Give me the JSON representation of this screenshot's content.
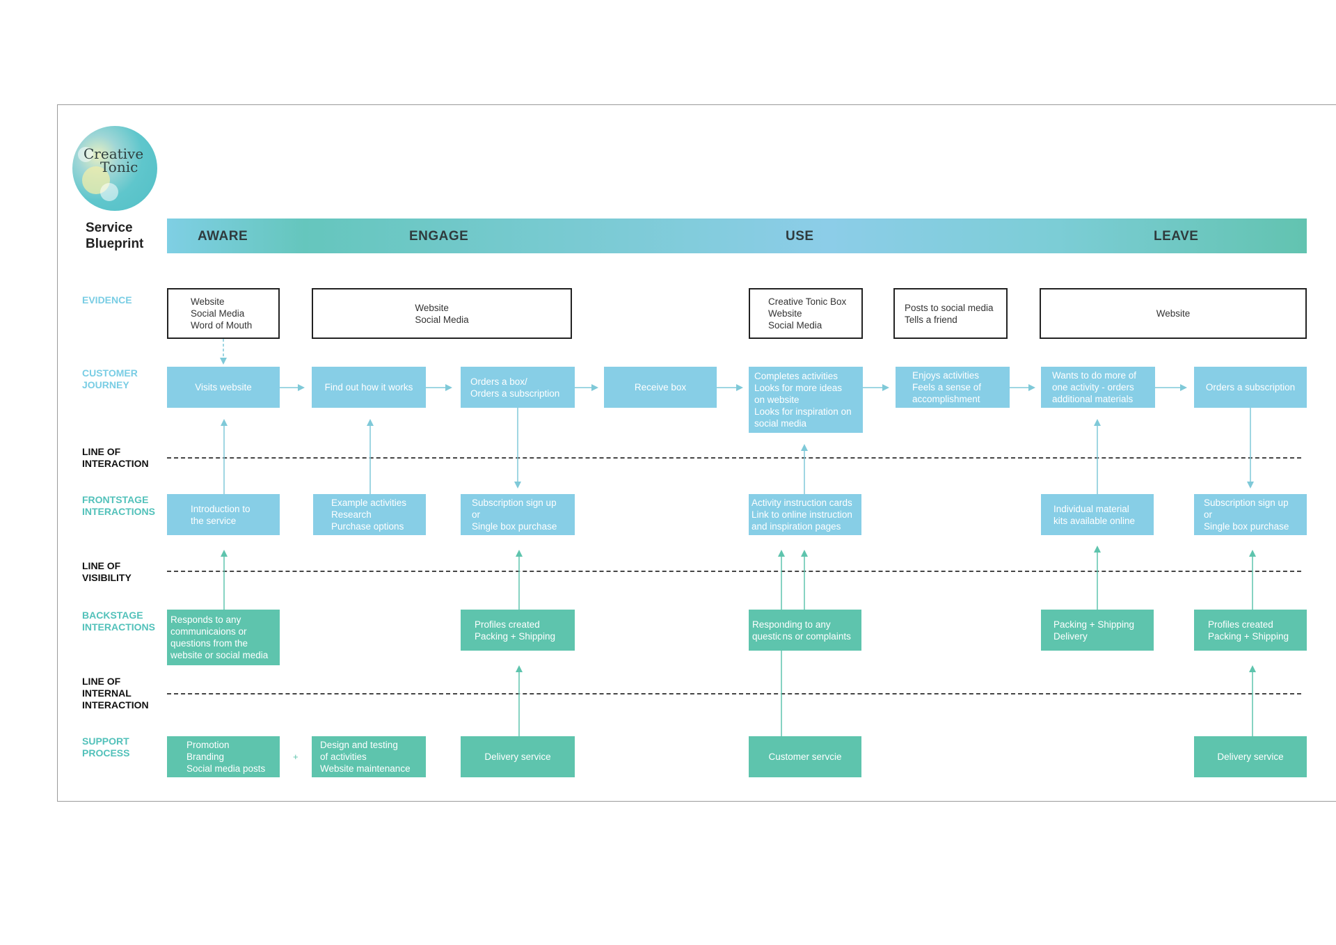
{
  "logo": {
    "line1": "Creative",
    "line2": "Tonic"
  },
  "title": {
    "line1": "Service",
    "line2": "Blueprint"
  },
  "phases": [
    "AWARE",
    "ENGAGE",
    "USE",
    "LEAVE"
  ],
  "row_labels": {
    "evidence": "EVIDENCE",
    "customer_journey": "CUSTOMER\nJOURNEY",
    "line_interaction": "LINE OF\nINTERACTION",
    "frontstage": "FRONTSTAGE\nINTERACTIONS",
    "line_visibility": "LINE OF\nVISIBILITY",
    "backstage": "BACKSTAGE\nINTERACTIONS",
    "line_internal": "LINE OF\nINTERNAL\nINTERACTION",
    "support": "SUPPORT\nPROCESS"
  },
  "evidence": [
    "Website\nSocial Media\nWord of Mouth",
    "Website\nSocial Media",
    "Creative Tonic Box\nWebsite\nSocial Media",
    "Posts to social media\nTells a friend",
    "Website"
  ],
  "journey": [
    "Visits website",
    "Find out how it works",
    "Orders a box/\nOrders a subscription",
    "Receive box",
    "Completes activities\nLooks for more ideas\non website\nLooks for inspiration on\nsocial media",
    "Enjoys activities\nFeels a sense of\naccomplishment",
    "Wants to do more of\none activity - orders\nadditional materials",
    "Orders a subscription"
  ],
  "frontstage": [
    "Introduction to\nthe service",
    "Example activities\nResearch\nPurchase options",
    "Subscription sign up\nor\nSingle box purchase",
    "Activity instruction cards\nLink to online instruction\nand inspiration pages",
    "Individual material\nkits available online",
    "Subscription sign up\nor\nSingle box purchase"
  ],
  "backstage": [
    "Responds to any\ncommunicaions or\nquestions from the\nwebsite or social media",
    "Profiles created\nPacking + Shipping",
    "Responding to any\nquestions or complaints",
    "Packing + Shipping\nDelivery",
    "Profiles created\nPacking + Shipping"
  ],
  "support": [
    "Promotion\nBranding\nSocial media posts",
    "Design and testing\nof activities\nWebsite maintenance",
    "Delivery service",
    "Customer servcie",
    "Delivery service"
  ],
  "plus": "+",
  "colors": {
    "blue": "#87cee6",
    "teal": "#5ec4ad",
    "label_teal": "#52c1ba",
    "label_blue": "#79cde4"
  }
}
